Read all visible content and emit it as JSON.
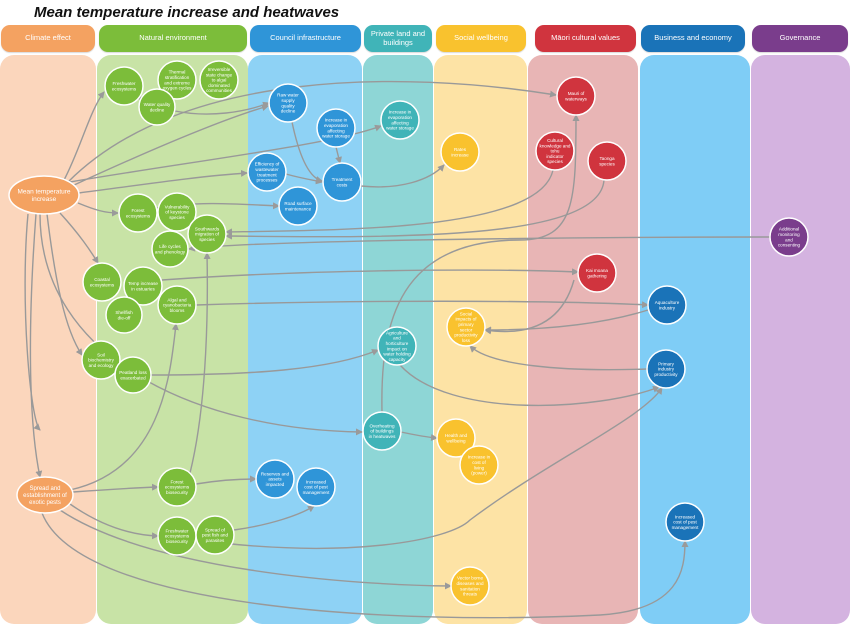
{
  "title": "Mean temperature increase and heatwaves",
  "colors": {
    "climate": "#f4a261",
    "natural": "#7cbd3a",
    "council": "#2f95d8",
    "private": "#40b4b8",
    "social": "#f9c22e",
    "maori": "#d0343e",
    "business": "#1a73b8",
    "governance": "#7a3d8c",
    "arrow": "#999999"
  },
  "columns": [
    {
      "label": "Climate effect"
    },
    {
      "label": "Natural environment"
    },
    {
      "label": "Council infrastructure"
    },
    {
      "label": "Private land and buildings"
    },
    {
      "label": "Social wellbeing"
    },
    {
      "label": "Māori cultural values"
    },
    {
      "label": "Business and economy"
    },
    {
      "label": "Governance"
    }
  ],
  "nodes": {
    "mean_temp": "Mean temperature increase",
    "spread_pests": "Spread and establishment of exotic pests",
    "freshwater_eco": "Freshwater ecosystems",
    "thermal_strat": "Thermal stratification and extreme oxygen cycles",
    "irreversible_change": "Irreversible state change to algal dominated communities",
    "water_quality_decline": "Water quality decline",
    "forest_eco": "Forest ecosystems",
    "vulnerability_keystone": "Vulnerability of keystone species",
    "southwards_migration": "Southwards migration of species",
    "life_cycles": "Life cycles and phenology",
    "coastal_eco": "Coastal ecosystems",
    "temp_estuaries": "Temp increase in estuaries",
    "shellfish_dieoff": "Shellfish die-off",
    "algal_blooms": "Algal and cyanobacteria blooms",
    "soil_biochem": "Soil biochemistry and ecology",
    "peatland_loss": "Peatland loss exacerbated",
    "forest_biosecurity": "Forest ecosystems biosecurity",
    "freshwater_biosecurity": "Freshwater ecosystems biosecurity",
    "spread_pest_fish": "Spread of pest fish and parasites",
    "raw_water": "Raw water supply quality decline",
    "evap_council": "Increase in evaporation affecting water storage",
    "efficiency_wwtp": "Efficiency of wastewater treatment processes",
    "treatment_costs": "Treatment costs",
    "road_surface": "Road surface maintenance",
    "reserves": "Reserves and assets impacted",
    "pest_cost_council": "Increased cost of pest management",
    "evap_private": "Increase in evaporation affecting water storage",
    "agri_horti": "Agriculture and horticulture impact on water holding capacity",
    "overheating": "Overheating of buildings in heatwaves",
    "rates_increase": "Rates increase",
    "social_impacts_primary": "Social impacts of primary sector productivity loss",
    "health_wellbeing": "Health and wellbeing",
    "cost_of_living": "Increase in cost of living (power)",
    "vector_borne": "Vector borne diseases and sanitation threats",
    "mauri": "Mauri of waterways",
    "cultural_knowledge": "Cultural knowledge and tohu indicator species",
    "taonga": "Taonga species",
    "kai_moana": "Kai moana gathering",
    "aquaculture": "Aquaculture industry",
    "primary_industry": "Primary industry productivity",
    "pest_cost_business": "Increased cost of pest management",
    "additional_monitoring": "Additional monitoring and consenting"
  }
}
